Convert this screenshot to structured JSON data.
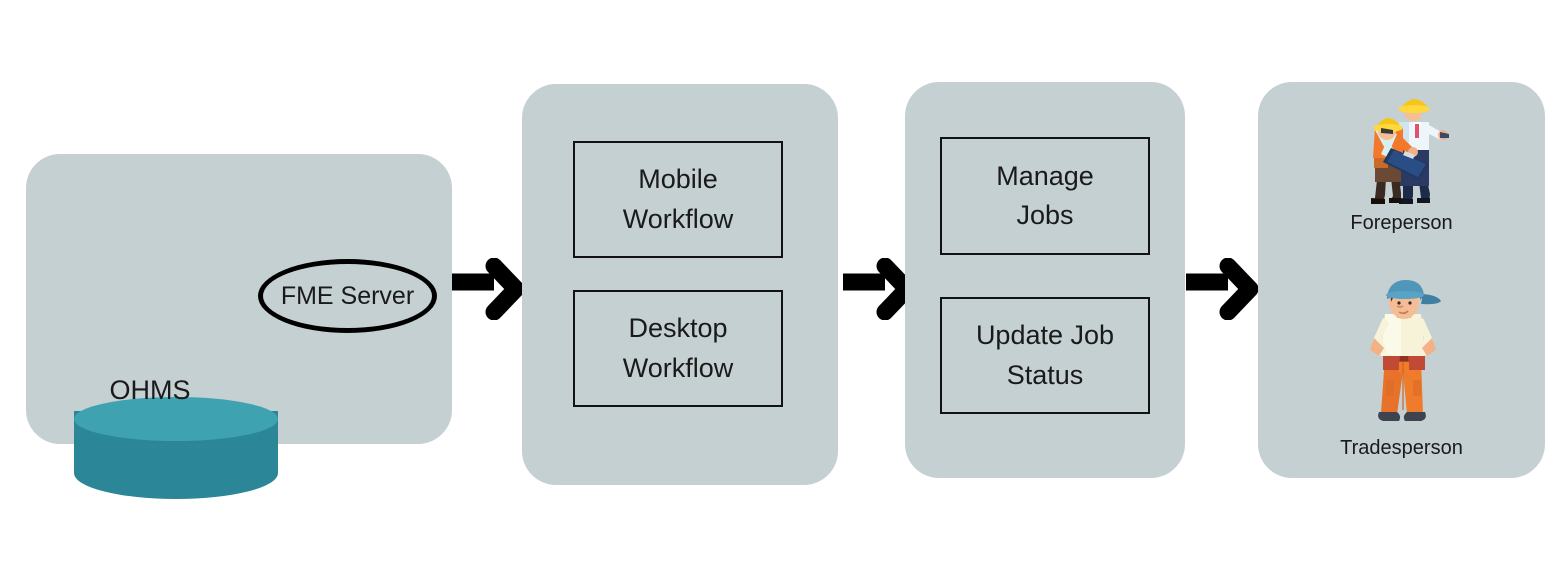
{
  "diagram": {
    "title": "OHMS FME Server workflow diagram",
    "background_color": "#ffffff",
    "panel_color": "#c5d0d3",
    "accent_teal": "#2b8798",
    "accent_teal_light": "#3ea2b0",
    "arrow_color": "#000000",
    "text_color": "#1a1a1a"
  },
  "panels": [
    {
      "id": "ohms",
      "database_label": "OHMS",
      "ellipse_label": "FME Server"
    },
    {
      "id": "workflows",
      "boxes": [
        {
          "line1": "Mobile",
          "line2": "Workflow"
        },
        {
          "line1": "Desktop",
          "line2": "Workflow"
        }
      ]
    },
    {
      "id": "jobs",
      "boxes": [
        {
          "line1": "Manage",
          "line2": "Jobs"
        },
        {
          "line1": "Update  Job",
          "line2": "Status"
        }
      ]
    },
    {
      "id": "people",
      "roles": [
        {
          "label": "Foreperson"
        },
        {
          "label": "Tradesperson"
        }
      ]
    }
  ],
  "arrows": [
    {
      "id": "arrow-1",
      "from": "ohms",
      "to": "workflows"
    },
    {
      "id": "arrow-2",
      "from": "workflows",
      "to": "jobs"
    },
    {
      "id": "arrow-3",
      "from": "jobs",
      "to": "people"
    }
  ]
}
